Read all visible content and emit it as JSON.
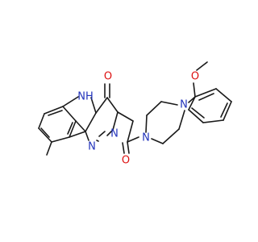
{
  "colors": {
    "bond": "#1a1a1a",
    "nitrogen": "#2233bb",
    "oxygen": "#dd1111",
    "background": "#ffffff"
  },
  "labels": {
    "pyrrole_nh": "NH",
    "pyrrole_h": "H",
    "pyrrole_n": "N",
    "lactam_o": "O",
    "ring_n3": "N",
    "ring_n1": "N",
    "amide_o": "O",
    "piperazine_n1": "N",
    "piperazine_n4": "N",
    "methoxy_o": "O"
  }
}
